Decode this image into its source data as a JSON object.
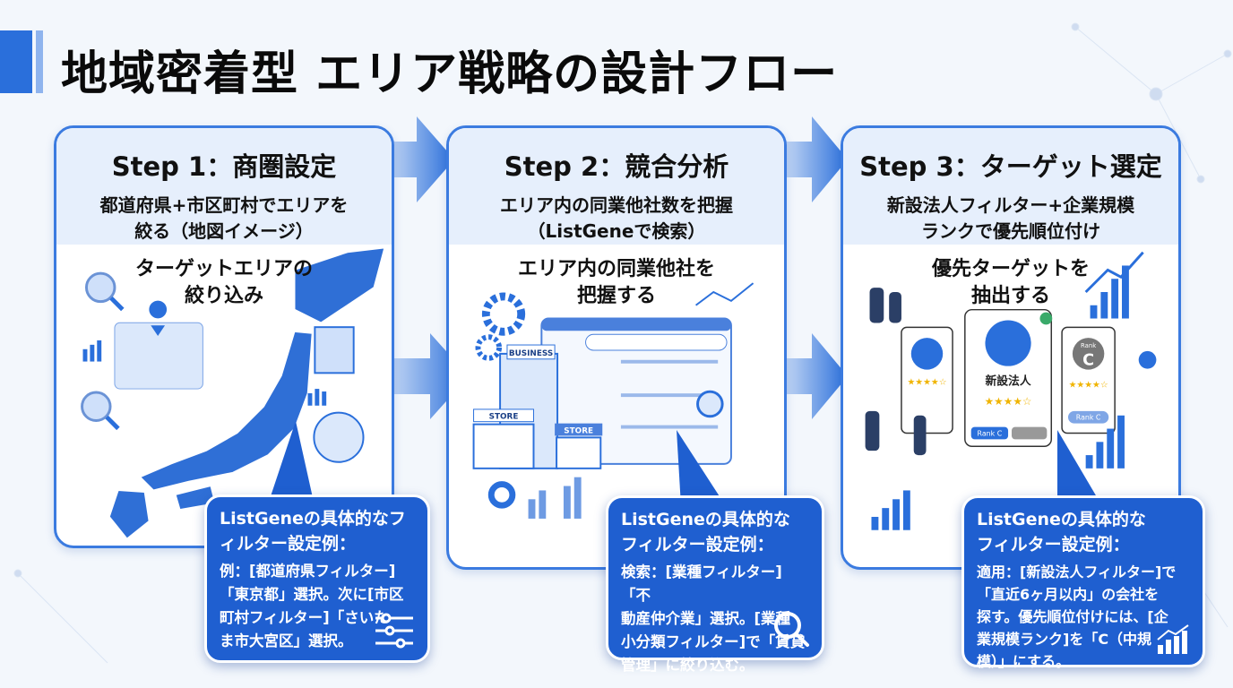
{
  "title": "地域密着型 エリア戦略の設計フロー",
  "colors": {
    "accent": "#2a6fdb",
    "callout": "#1f5fd0",
    "header_band": "#e6effc"
  },
  "steps": [
    {
      "step": "Step 1：商圏設定",
      "subtitle_lines": [
        "都道府県+市区町村でエリアを",
        "絞る（地図イメージ）"
      ],
      "caption_lines": [
        "ターゲットエリアの",
        "絞り込み"
      ],
      "icons": [
        "japan-map",
        "map-pin-icon",
        "magnifier-icon",
        "folded-map-icon",
        "globe-pin-icon",
        "bar-chart-icon",
        "filter-sliders-icon"
      ],
      "callout": {
        "heading_lines": [
          "ListGeneの具体的なフ",
          "ィルター設定例："
        ],
        "body_lines": [
          "例：[都道府県フィルター]",
          "「東京都」選択。次に[市区",
          "町村フィルター]「さいた",
          "ま市大宮区」選択。"
        ]
      }
    },
    {
      "step": "Step 2：競合分析",
      "subtitle_lines": [
        "エリア内の同業他社数を把握",
        "（ListGeneで検索）"
      ],
      "caption_lines": [
        "エリア内の同業他社を",
        "把握する"
      ],
      "illustration": {
        "building_sign": "BUSINESS",
        "store_sign_1": "STORE",
        "store_sign_2": "STORE"
      },
      "icons": [
        "gear-icon",
        "browser-search-icon",
        "magnifier-icon",
        "line-chart-icon",
        "donut-chart-icon"
      ],
      "callout": {
        "heading_lines": [
          "ListGeneの具体的な",
          "フィルター設定例："
        ],
        "body_lines": [
          "検索：[業種フィルター]「不",
          "動産仲介業」選択。[業種",
          "小分類フィルター]で「賃貸",
          "管理」に絞り込む。"
        ]
      }
    },
    {
      "step": "Step 3：ターゲット選定",
      "subtitle_lines": [
        "新設法人フィルター+企業規模",
        "ランクで優先順位付け"
      ],
      "caption_lines": [
        "優先ターゲットを",
        "抽出する"
      ],
      "illustration": {
        "card_label": "新設法人",
        "rank_badge": "Rank C",
        "rank_circle_label": "Rank",
        "rank_letter": "C",
        "rank_button": "Rank C"
      },
      "icons": [
        "rocket-icon",
        "check-icon",
        "star-rating-icon",
        "growth-chart-icon",
        "medal-icon"
      ],
      "callout": {
        "heading_lines": [
          "ListGeneの具体的な",
          "フィルター設定例："
        ],
        "body_lines": [
          "適用：[新設法人フィルター]で",
          "「直近6ヶ月以内」の会社を",
          "探す。優先順位付けには、[企",
          "業規模ランク]を「C（中規",
          "模）」にする。"
        ]
      }
    }
  ]
}
